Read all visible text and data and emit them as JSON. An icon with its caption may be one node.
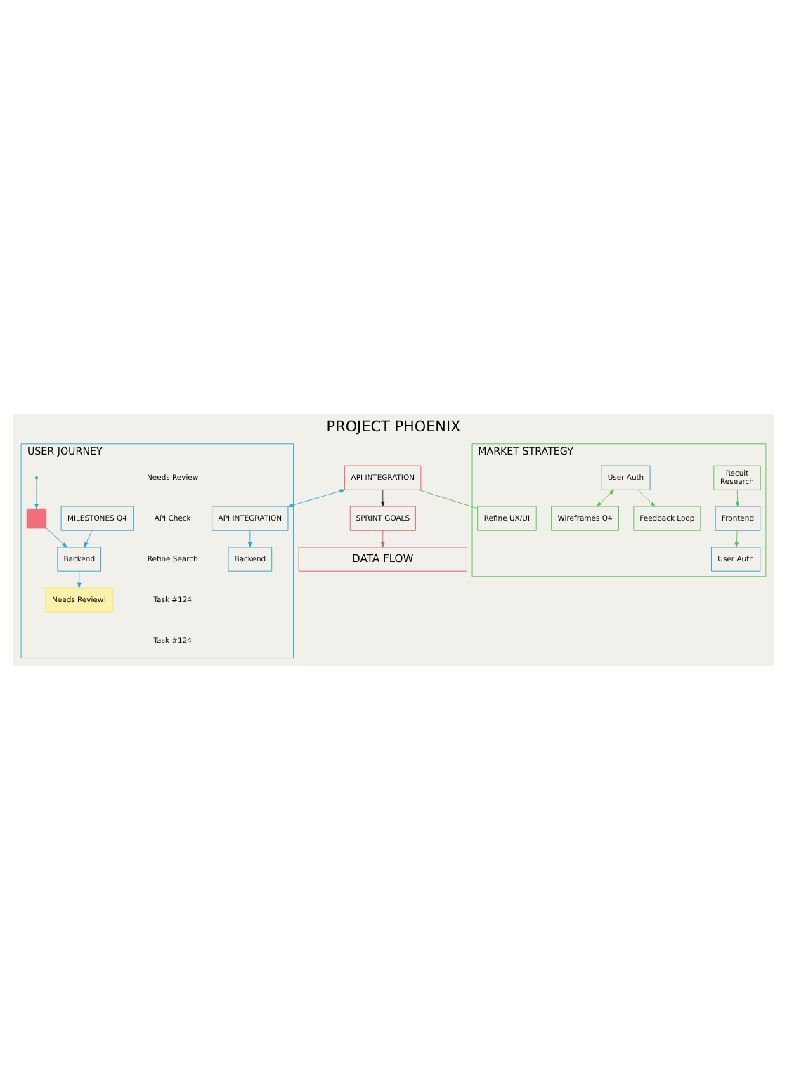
{
  "diagram": {
    "title": "PROJECT PHOENIX",
    "nodes": [
      {
        "text": [
          "USER JOURNEY"
        ]
      },
      {
        "text": [
          "MILESTONES Q4"
        ],
        "in": 0
      },
      {
        "text": [
          "Backend"
        ],
        "in": 0
      },
      {
        "text": [
          "Needs Review!"
        ],
        "in": 0
      },
      {
        "text": [],
        "shape": "box",
        "in": 0
      },
      {
        "text": [
          "API INTEGRATION"
        ],
        "in": 0
      },
      {
        "text": [
          "Backend"
        ],
        "in": 0
      },
      {
        "text": [
          "API INTEGRATION"
        ]
      },
      {
        "text": [
          "SPRINT GOALS"
        ]
      },
      {
        "text": [
          "MARKET STRATEGY"
        ]
      },
      {
        "text": [
          "Recuit",
          "Research"
        ],
        "in": 9
      },
      {
        "text": [
          "Frontend"
        ],
        "in": 9
      },
      {
        "text": [
          "Refine UX/UI"
        ],
        "in": 9
      },
      {
        "text": [
          "User Auth"
        ],
        "in": 9
      },
      {
        "text": [
          "User Auth"
        ],
        "in": 9
      },
      {
        "text": [
          "Wireframes Q4"
        ],
        "in": 9
      },
      {
        "text": [
          "Feedback Loop"
        ],
        "in": 9
      },
      {
        "text": [
          "DATA FLOW"
        ]
      }
    ],
    "edges": [
      {
        "from": 1,
        "to": 2,
        "arrow": "to"
      },
      {
        "from": 2,
        "to": 3,
        "arrow": "to"
      },
      {
        "from": null,
        "to": 4,
        "arrow": "to"
      },
      {
        "from": 4,
        "to": 2,
        "arrow": "to"
      },
      {
        "from": 7,
        "to": 5,
        "arrow": "both"
      },
      {
        "from": 5,
        "to": 6,
        "arrow": "to"
      },
      {
        "from": 7,
        "to": 8,
        "arrow": "to",
        "color": "#222222"
      },
      {
        "from": 8,
        "to": 17,
        "arrow": "to",
        "color": "#e05a6a"
      },
      {
        "from": 7,
        "to": 12,
        "arrow": "none",
        "color": "#5cc05c"
      },
      {
        "from": 10,
        "to": 11,
        "arrow": "to",
        "color": "#5cc05c"
      },
      {
        "from": 11,
        "to": 13,
        "arrow": "to",
        "color": "#5cc05c"
      },
      {
        "from": 14,
        "to": 15,
        "arrow": "both",
        "color": "#5cc05c"
      },
      {
        "from": 14,
        "to": 16,
        "arrow": "to",
        "color": "#5cc05c"
      }
    ],
    "labels": [
      "Needs Review",
      "API Check",
      "Refine Search",
      "Task #124",
      "Task #124"
    ]
  }
}
